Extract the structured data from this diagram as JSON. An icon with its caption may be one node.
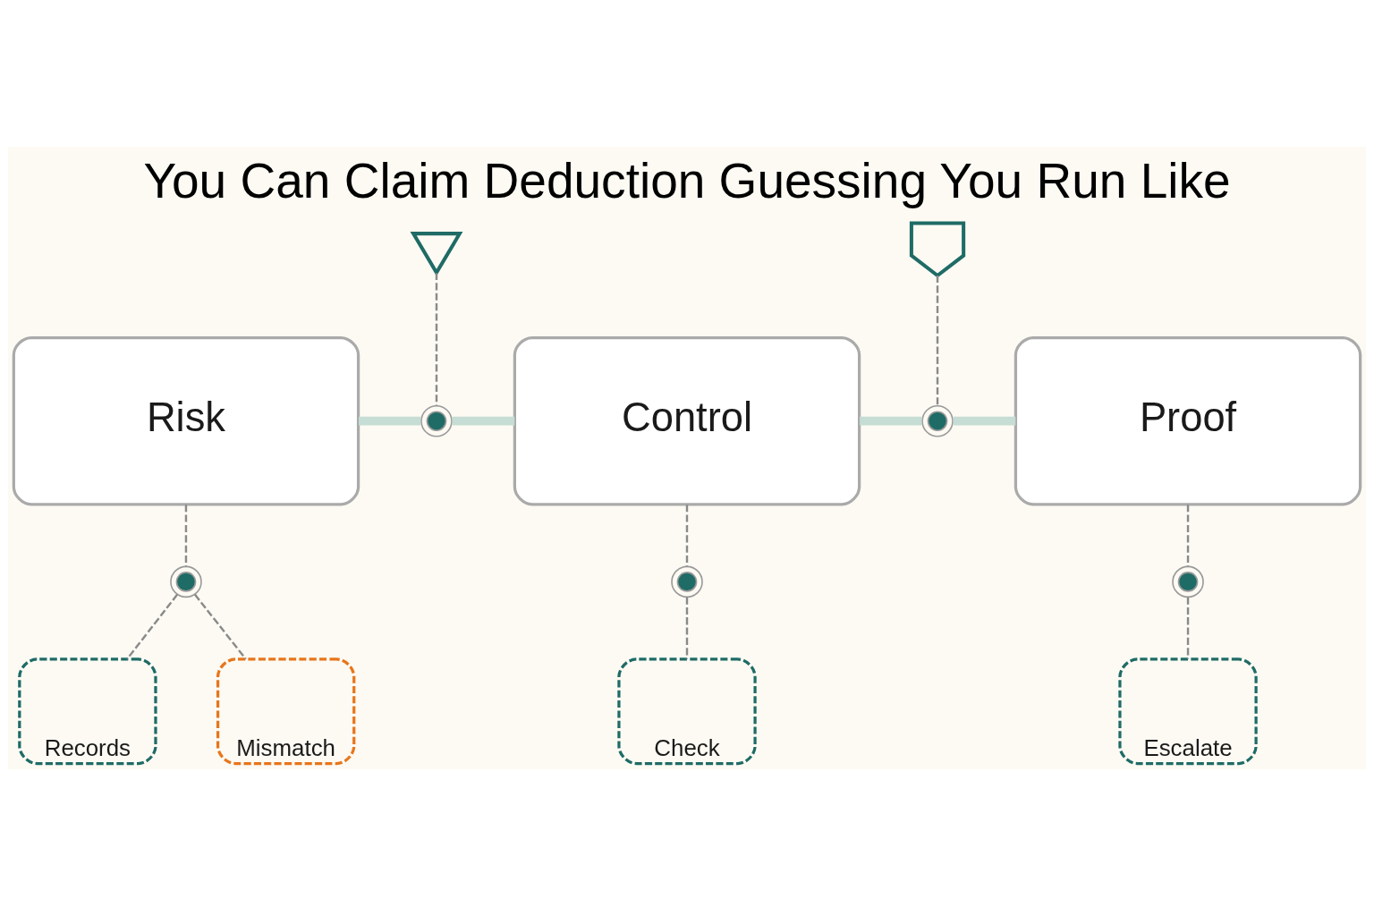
{
  "diagram": {
    "title": "You Can Claim Deduction Guessing You Run Like",
    "nodes": [
      {
        "text": [
          "Risk"
        ]
      },
      {
        "text": [
          "Control"
        ]
      },
      {
        "text": [
          "Proof"
        ]
      },
      {
        "text": [],
        "shape": "pin"
      },
      {
        "text": [],
        "shape": "circle"
      },
      {
        "text": [],
        "shape": "shield"
      },
      {
        "text": [],
        "shape": "circle"
      },
      {
        "text": [],
        "shape": "circle"
      },
      {
        "text": [
          "Records"
        ]
      },
      {
        "text": [
          "Mismatch"
        ]
      },
      {
        "text": [],
        "shape": "circle"
      },
      {
        "text": [
          "Check"
        ]
      },
      {
        "text": [],
        "shape": "circle"
      },
      {
        "text": [
          "Escalate"
        ]
      }
    ],
    "edges": [
      {
        "from": 0,
        "to": 4,
        "arrow": "none",
        "style": "thick",
        "color": "#c5ddd4"
      },
      {
        "from": 4,
        "to": 1,
        "arrow": "none",
        "style": "thick",
        "color": "#c5ddd4"
      },
      {
        "from": 1,
        "to": 6,
        "arrow": "none",
        "style": "thick",
        "color": "#c5ddd4"
      },
      {
        "from": 6,
        "to": 2,
        "arrow": "none",
        "style": "thick",
        "color": "#c5ddd4"
      },
      {
        "from": 3,
        "to": 4,
        "arrow": "none",
        "style": "dashed"
      },
      {
        "from": 5,
        "to": 6,
        "arrow": "none",
        "style": "dashed"
      },
      {
        "from": 0,
        "to": 7,
        "arrow": "none",
        "style": "dashed"
      },
      {
        "from": 7,
        "to": 8,
        "arrow": "none",
        "style": "dashed"
      },
      {
        "from": 7,
        "to": 9,
        "arrow": "none",
        "style": "dashed"
      },
      {
        "from": 1,
        "to": 10,
        "arrow": "none",
        "style": "dashed"
      },
      {
        "from": 10,
        "to": 11,
        "arrow": "none",
        "style": "dashed"
      },
      {
        "from": 2,
        "to": 12,
        "arrow": "none",
        "style": "dashed"
      },
      {
        "from": 12,
        "to": 13,
        "arrow": "none",
        "style": "dashed"
      }
    ]
  }
}
